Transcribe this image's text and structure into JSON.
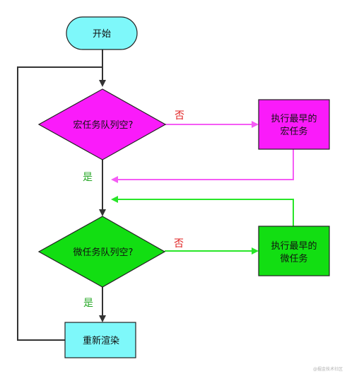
{
  "nodes": {
    "start": {
      "label": "开始"
    },
    "macro_check": {
      "label": "宏任务队列空?"
    },
    "macro_exec": {
      "line1": "执行最早的",
      "line2": "宏任务"
    },
    "micro_check": {
      "label": "微任务队列空?"
    },
    "micro_exec": {
      "line1": "执行最早的",
      "line2": "微任务"
    },
    "render": {
      "label": "重新渲染"
    }
  },
  "edges": {
    "macro_no": "否",
    "macro_yes": "是",
    "micro_no": "否",
    "micro_yes": "是"
  },
  "watermark": "@掘金技术社区",
  "colors": {
    "start_fill": "#7ef8fa",
    "macro_fill": "#fa1bfa",
    "macro_line": "#f55cf5",
    "micro_fill": "#12de12",
    "micro_line": "#28e628",
    "render_fill": "#7ef8fa",
    "no_label": "#e02020",
    "yes_label": "#27a827",
    "flow_line": "#333333"
  }
}
